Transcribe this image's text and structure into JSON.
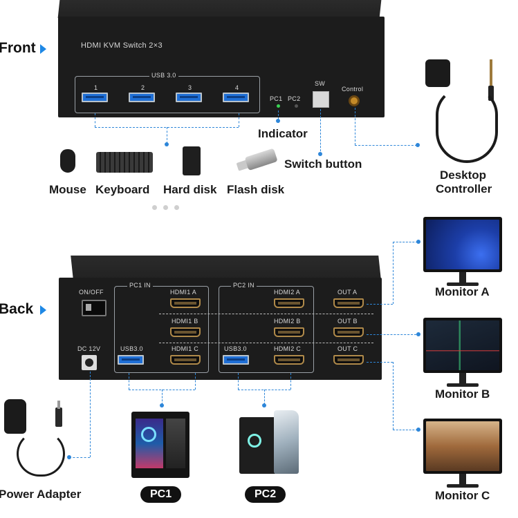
{
  "front": {
    "side_label": "Front",
    "model_label": "HDMI KVM Switch 2×3",
    "usb_group_label": "USB 3.0",
    "usb_port_numbers": [
      "1",
      "2",
      "3",
      "4"
    ],
    "pc1_label": "PC1",
    "pc2_label": "PC2",
    "sw_label": "SW",
    "control_label": "Control"
  },
  "callouts": {
    "indicator": "Indicator",
    "switch_button": "Switch button",
    "desktop_controller_line1": "Desktop",
    "desktop_controller_line2": "Controller"
  },
  "devices": [
    "Mouse",
    "Keyboard",
    "Hard disk",
    "Flash disk"
  ],
  "back": {
    "side_label": "Back",
    "on_off": "ON/OFF",
    "dc": "DC 12V",
    "pc1_in": "PC1 IN",
    "pc2_in": "PC2 IN",
    "usb3_left": "USB3.0",
    "usb3_right": "USB3.0",
    "hdmi1": [
      "HDMI1 A",
      "HDMI1 B",
      "HDMI1 C"
    ],
    "hdmi2": [
      "HDMI2 A",
      "HDMI2 B",
      "HDMI2 C"
    ],
    "outs": [
      "OUT A",
      "OUT B",
      "OUT C"
    ]
  },
  "monitors": [
    "Monitor A",
    "Monitor B",
    "Monitor C"
  ],
  "bottom": {
    "power_adapter": "Power Adapter",
    "pc1": "PC1",
    "pc2": "PC2"
  },
  "colors": {
    "accent_blue": "#1e88e5",
    "device_body": "#1c1c1c",
    "hdmi_gold": "#b08a4a",
    "usb_blue": "#1f6fd6"
  }
}
